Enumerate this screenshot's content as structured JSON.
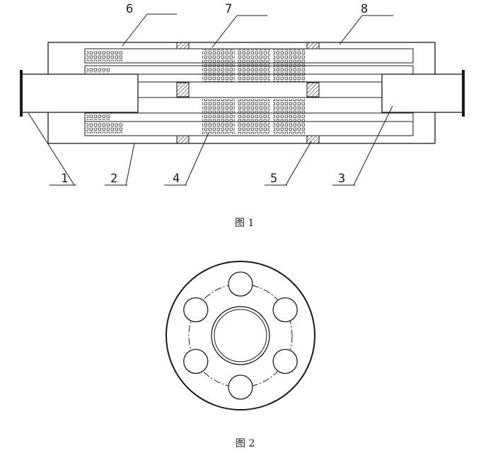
{
  "figures": [
    {
      "caption": "图 1"
    },
    {
      "caption": "图 2"
    }
  ],
  "labels": [
    "6",
    "7",
    "8",
    "1",
    "2",
    "4",
    "5",
    "3"
  ]
}
